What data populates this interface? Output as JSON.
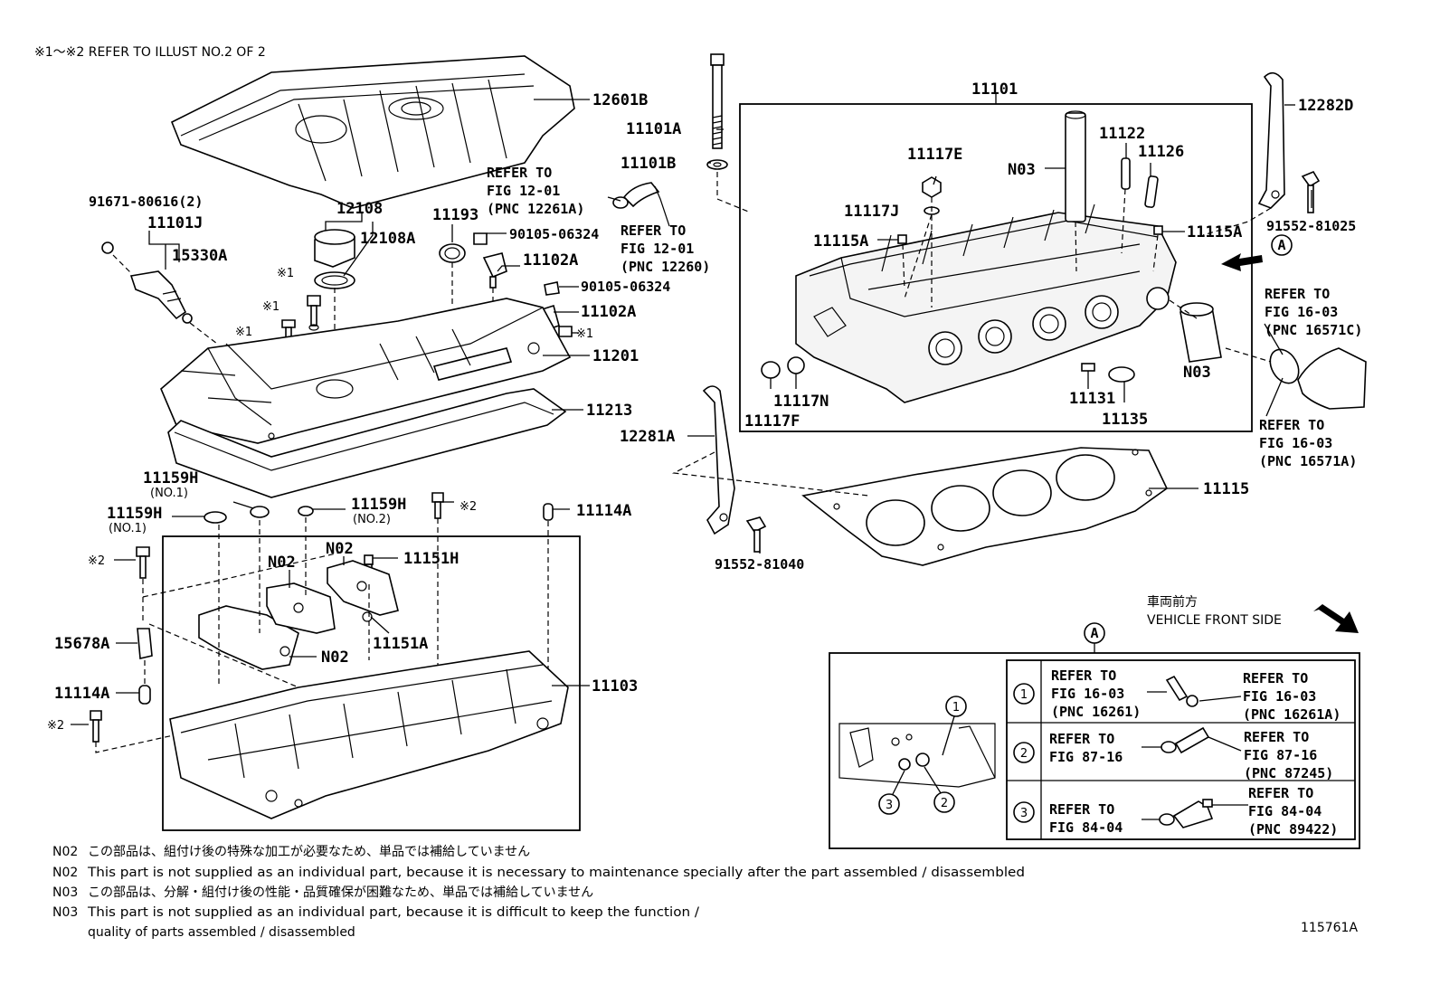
{
  "header_note": "※1〜※2  REFER TO ILLUST NO.2 OF 2",
  "labels": {
    "p12601B": "12601B",
    "p11101A": "11101A",
    "p11101B": "11101B",
    "p11101": "11101",
    "p12282D": "12282D",
    "p91552_81025": "91552-81025",
    "p91671": "91671-80616(2)",
    "p11101J": "11101J",
    "p15330A": "15330A",
    "p12108": "12108",
    "p12108A": "12108A",
    "p11193": "11193",
    "p90105_a": "90105-06324",
    "p11102A_a": "11102A",
    "p90105_b": "90105-06324",
    "p11102A_b": "11102A",
    "p11201": "11201",
    "p11213": "11213",
    "p11117E": "11117E",
    "p11117J": "11117J",
    "p11122": "11122",
    "p11126": "11126",
    "pN03_a": "N03",
    "p11115A_a": "11115A",
    "p11115A_b": "11115A",
    "p11117N": "11117N",
    "p11117F": "11117F",
    "p11131": "11131",
    "p11135": "11135",
    "pN03_b": "N03",
    "p12281A": "12281A",
    "p91552_81040": "91552-81040",
    "p11115": "11115",
    "p11159H_a": "11159H",
    "p11159H_a_sub": "(NO.1)",
    "p11159H_b": "11159H",
    "p11159H_b_sub": "(NO.1)",
    "p11159H_c": "11159H",
    "p11159H_c_sub": "(NO.2)",
    "p11114A_a": "11114A",
    "p11114A_b": "11114A",
    "pN02_a": "N02",
    "pN02_b": "N02",
    "pN02_c": "N02",
    "p11151H": "11151H",
    "p11151A": "11151A",
    "p15678A": "15678A",
    "p11103": "11103",
    "mark1_a": "※1",
    "mark1_b": "※1",
    "mark1_c": "※1",
    "mark1_d": "※1",
    "mark2_a": "※2",
    "mark2_b": "※2",
    "mark2_c": "※2"
  },
  "refer_blocks": {
    "r12261A": [
      "REFER TO",
      "FIG 12-01",
      "(PNC 12261A)"
    ],
    "r12260": [
      "REFER TO",
      "FIG 12-01",
      "(PNC 12260)"
    ],
    "r16571C": [
      "REFER TO",
      "FIG 16-03",
      "(PNC 16571C)"
    ],
    "r16571A": [
      "REFER TO",
      "FIG 16-03",
      "(PNC 16571A)"
    ]
  },
  "callout_A": "A",
  "front_side": {
    "jp": "車両前方",
    "en": "VEHICLE FRONT SIDE"
  },
  "detail_table": {
    "header": "A",
    "rows": [
      {
        "num": "1",
        "left": [
          "REFER TO",
          "FIG 16-03",
          "(PNC 16261)"
        ],
        "right": [
          "REFER TO",
          "FIG 16-03",
          "(PNC 16261A)"
        ]
      },
      {
        "num": "2",
        "left": [
          "REFER TO",
          "FIG 87-16"
        ],
        "right": [
          "REFER TO",
          "FIG 87-16",
          "(PNC 87245)"
        ]
      },
      {
        "num": "3",
        "left": [
          "REFER TO",
          "FIG 84-04"
        ],
        "right": [
          "REFER TO",
          "FIG 84-04",
          "(PNC 89422)"
        ]
      }
    ],
    "inset_marks": [
      "1",
      "2",
      "3"
    ]
  },
  "footnotes": [
    {
      "code": "N02",
      "text": "この部品は、組付け後の特殊な加工が必要なため、単品では補給していません"
    },
    {
      "code": "N02",
      "text": "This part is not supplied as an individual part, because it is necessary to maintenance specially after the part assembled / disassembled"
    },
    {
      "code": "N03",
      "text": "この部品は、分解・組付け後の性能・品質確保が困難なため、単品では補給していません"
    },
    {
      "code": "N03",
      "text": "This part is not supplied as an individual part, because it is difficult to keep the function /"
    },
    {
      "code": "",
      "text": "quality of parts  assembled / disassembled"
    }
  ],
  "illustration_number": "115761A"
}
